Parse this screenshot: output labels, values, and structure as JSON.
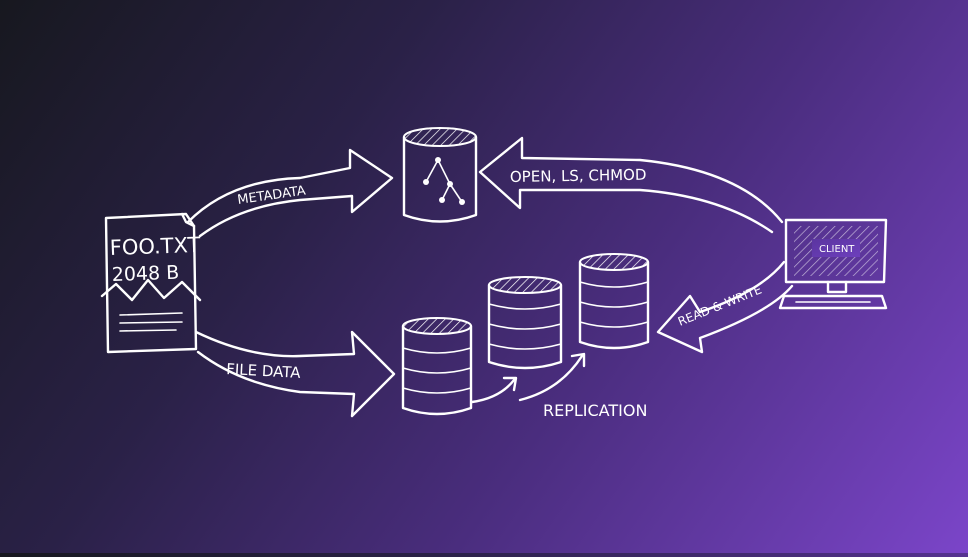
{
  "background": {
    "from": "#17181f",
    "to": "#7b45c9"
  },
  "file": {
    "name": "FOO.TXT",
    "size": "2048 B"
  },
  "labels": {
    "metadata": "METADATA",
    "file_data": "FILE DATA",
    "client_ops": "OPEN, LS, CHMOD",
    "read_write": "READ & WRITE",
    "replication": "REPLICATION",
    "client": "CLIENT"
  },
  "icons": {
    "metadata_server": "database-tree-icon",
    "data_nodes": "database-icon",
    "client": "desktop-computer-icon",
    "file": "document-icon"
  }
}
